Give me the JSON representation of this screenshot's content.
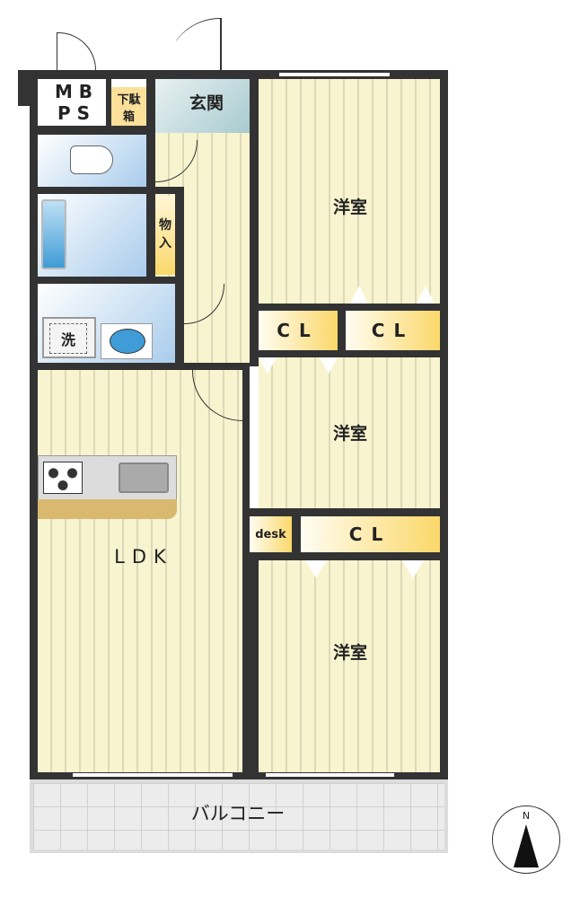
{
  "rooms": {
    "mbps_top": "M B",
    "mbps_bottom": "P S",
    "shoe_box_top": "下駄",
    "shoe_box_bottom": "箱",
    "entrance": "玄関",
    "storage_top": "物",
    "storage_bottom": "入",
    "washer": "洗",
    "western_room_1": "洋室",
    "western_room_2": "洋室",
    "western_room_3": "洋室",
    "closet_1": "CL",
    "closet_2": "CL",
    "closet_3": "CL",
    "desk": "desk",
    "ldk": "LDK",
    "balcony": "バルコニー"
  },
  "compass": {
    "north": "N"
  },
  "colors": {
    "wall": "#333333",
    "floor": "#f8f4cf",
    "closet": "#fbd86a",
    "wet": "#a9ccec",
    "entrance": "#a8cbd0"
  }
}
